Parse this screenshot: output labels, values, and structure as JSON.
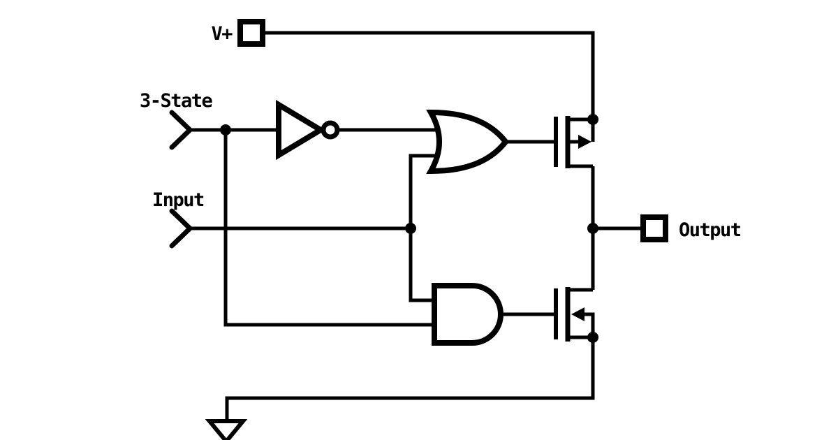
{
  "diagram": {
    "type": "circuit-schematic",
    "description": "CMOS 3-state (tri-state) output buffer stage",
    "colors": {
      "line": "#000000",
      "background": "#ffffff"
    },
    "terminals": {
      "power_label": "V+",
      "enable_label": "3-State",
      "input_label": "Input",
      "output_label": "Output"
    },
    "components": [
      {
        "name": "inverter",
        "type": "NOT gate",
        "input": "3-State",
        "output": "OR gate top input"
      },
      {
        "name": "or-gate",
        "type": "OR gate",
        "inputs": [
          "inverter output",
          "Input"
        ],
        "output": "PMOS gate"
      },
      {
        "name": "and-gate",
        "type": "AND gate",
        "inputs": [
          "Input",
          "3-State"
        ],
        "output": "NMOS gate"
      },
      {
        "name": "pmos-transistor",
        "type": "P-channel MOSFET",
        "source": "V+",
        "drain": "Output"
      },
      {
        "name": "nmos-transistor",
        "type": "N-channel MOSFET",
        "source": "Ground",
        "drain": "Output"
      },
      {
        "name": "power-terminal",
        "type": "square pad",
        "label": "V+"
      },
      {
        "name": "output-terminal",
        "type": "square pad",
        "label": "Output"
      },
      {
        "name": "ground",
        "type": "ground arrow symbol"
      }
    ],
    "junctions": [
      "3-State branch node",
      "Input branch node",
      "V+ / PMOS drain node",
      "Output node",
      "NMOS source / ground node"
    ]
  }
}
